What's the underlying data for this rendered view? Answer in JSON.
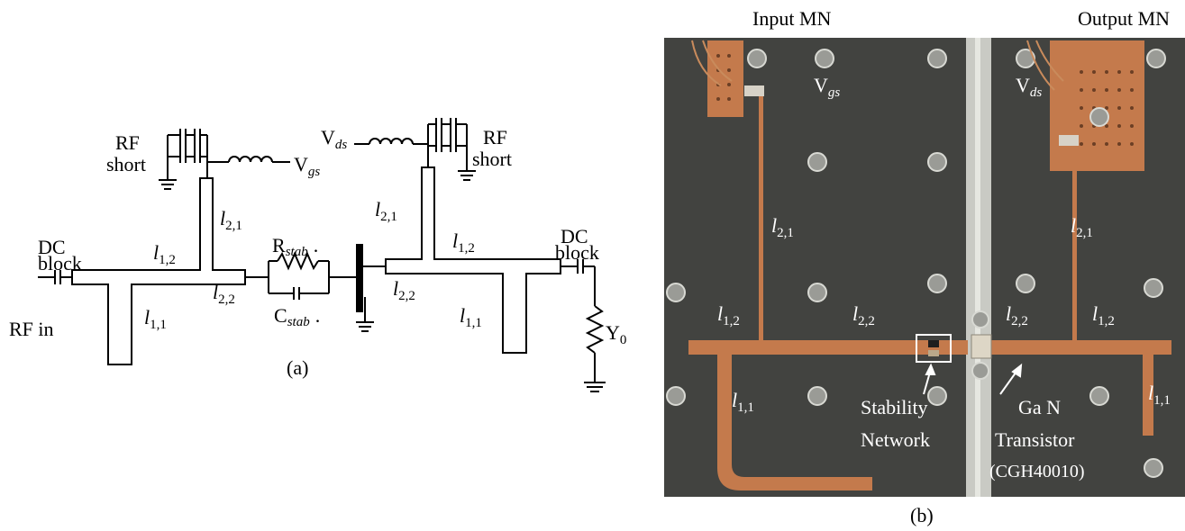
{
  "schematic": {
    "caption": "(a)",
    "rf_in": "RF  in",
    "dc_block_left": [
      "DC",
      "block"
    ],
    "dc_block_right": [
      "DC",
      "block"
    ],
    "rf_short_left": [
      "RF",
      "short"
    ],
    "rf_short_right": [
      "RF",
      "short"
    ],
    "vgs": {
      "main": "V",
      "sub": "gs"
    },
    "vds": {
      "main": "V",
      "sub": "ds"
    },
    "r_stab": {
      "main": "R",
      "sub": "stab",
      "suffix": "."
    },
    "c_stab": {
      "main": "C",
      "sub": "stab",
      "suffix": "."
    },
    "load": {
      "main": "Y",
      "sub": "0"
    },
    "lines": {
      "l11": {
        "main": "l",
        "sub": "1,1"
      },
      "l12": {
        "main": "l",
        "sub": "1,2"
      },
      "l21": {
        "main": "l",
        "sub": "2,1"
      },
      "l22": {
        "main": "l",
        "sub": "2,2"
      }
    }
  },
  "photo": {
    "caption": "(b)",
    "input_mn": "Input  MN",
    "output_mn": "Output  MN",
    "vgs": {
      "main": "V",
      "sub": "gs"
    },
    "vds": {
      "main": "V",
      "sub": "ds"
    },
    "stability_network": [
      "Stability",
      "Network"
    ],
    "gan_transistor": [
      "Ga N",
      "Transistor",
      "(CGH40010)"
    ]
  },
  "colors": {
    "board": "#3d3e3b",
    "copper": "#c47a4c",
    "center_strip": "#c9cac4",
    "screw": "#9a9b96"
  }
}
